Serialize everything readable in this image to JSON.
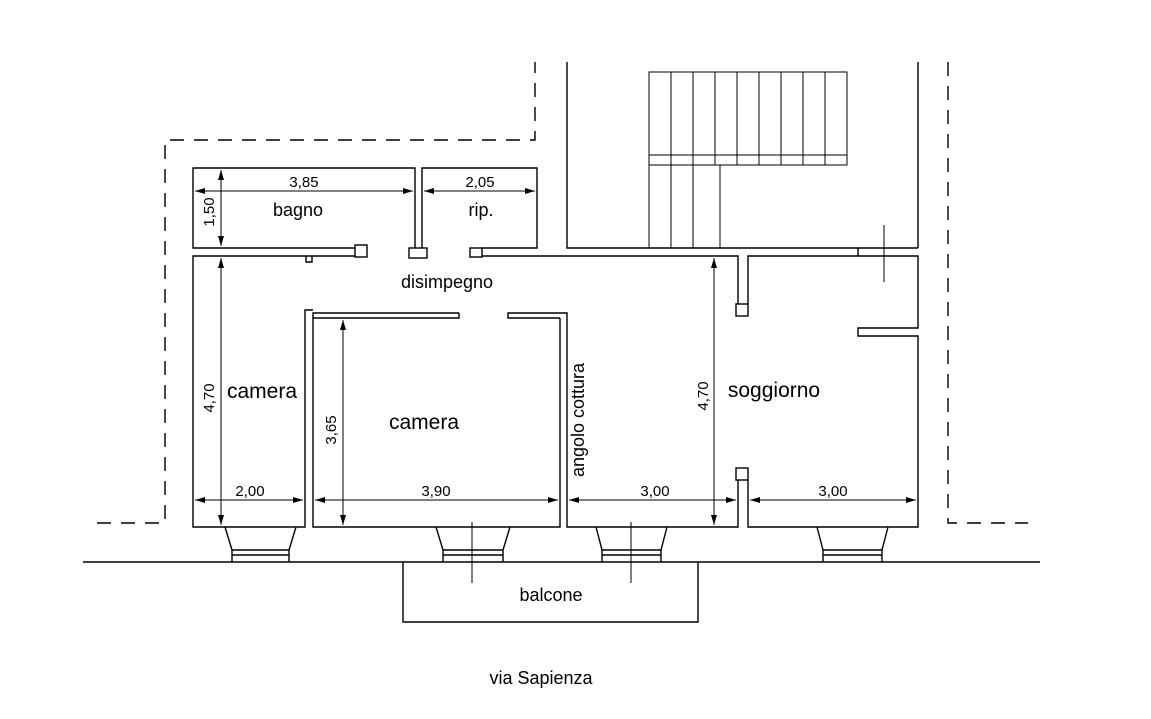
{
  "rooms": {
    "bagno": "bagno",
    "rip": "rip.",
    "disimpegno": "disimpegno",
    "camera_small": "camera",
    "camera_large": "camera",
    "angolo_cottura": "angolo cottura",
    "soggiorno": "soggiorno",
    "balcone": "balcone"
  },
  "dimensions": {
    "bagno_width": "3,85",
    "bagno_height": "1,50",
    "rip_width": "2,05",
    "camera_small_height": "4,70",
    "camera_small_width": "2,00",
    "camera_large_height": "3,65",
    "camera_large_width": "3,90",
    "angolo_width": "3,00",
    "soggiorno_height": "4,70",
    "soggiorno_width": "3,00"
  },
  "street": "via Sapienza"
}
